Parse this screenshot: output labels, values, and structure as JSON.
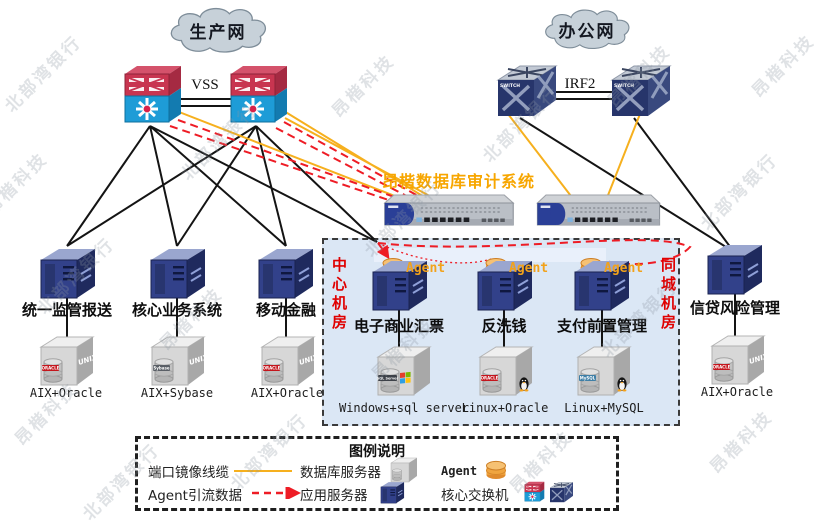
{
  "clouds": {
    "production": "生产网",
    "office": "办公网"
  },
  "links": {
    "left": "VSS",
    "right": "IRF2"
  },
  "system_title": "昂楷数据库审计系统",
  "rooms": {
    "center": "中心机房",
    "remote": "同城机房"
  },
  "agent": {
    "label": "Agent"
  },
  "switch_icon_text": "SWITCH",
  "os": {
    "unix": "UNIX"
  },
  "app_servers": [
    {
      "name": "统一监管报送",
      "db": "AIX+Oracle",
      "badge": "ORACLE"
    },
    {
      "name": "核心业务系统",
      "db": "AIX+Sybase",
      "badge": "Sybase"
    },
    {
      "name": "移动金融",
      "db": "AIX+Oracle",
      "badge": "ORACLE"
    },
    {
      "name": "电子商业汇票",
      "db": "Windows+sql server",
      "badge": "SQL Server"
    },
    {
      "name": "反洗钱",
      "db": "Linux+Oracle",
      "badge": "ORACLE"
    },
    {
      "name": "支付前置管理",
      "db": "Linux+MySQL",
      "badge": "MySQL"
    },
    {
      "name": "信贷风险管理",
      "db": "AIX+Oracle",
      "badge": "ORACLE"
    }
  ],
  "legend": {
    "title": "图例说明",
    "port_mirror": "端口镜像线缆",
    "db_server": "数据库服务器",
    "agent": "Agent",
    "agent_flow": "Agent引流数据",
    "app_server": "应用服务器",
    "core_switch": "核心交换机"
  },
  "watermarks": {
    "tech": "昂楷科技",
    "bank": "北部湾银行"
  },
  "colors": {
    "mirror_line": "#f6b01e",
    "agent_flow": "#ee1c25",
    "title": "#f7a600",
    "room_label": "#e00000",
    "box_bg": "#dbe7f5"
  }
}
